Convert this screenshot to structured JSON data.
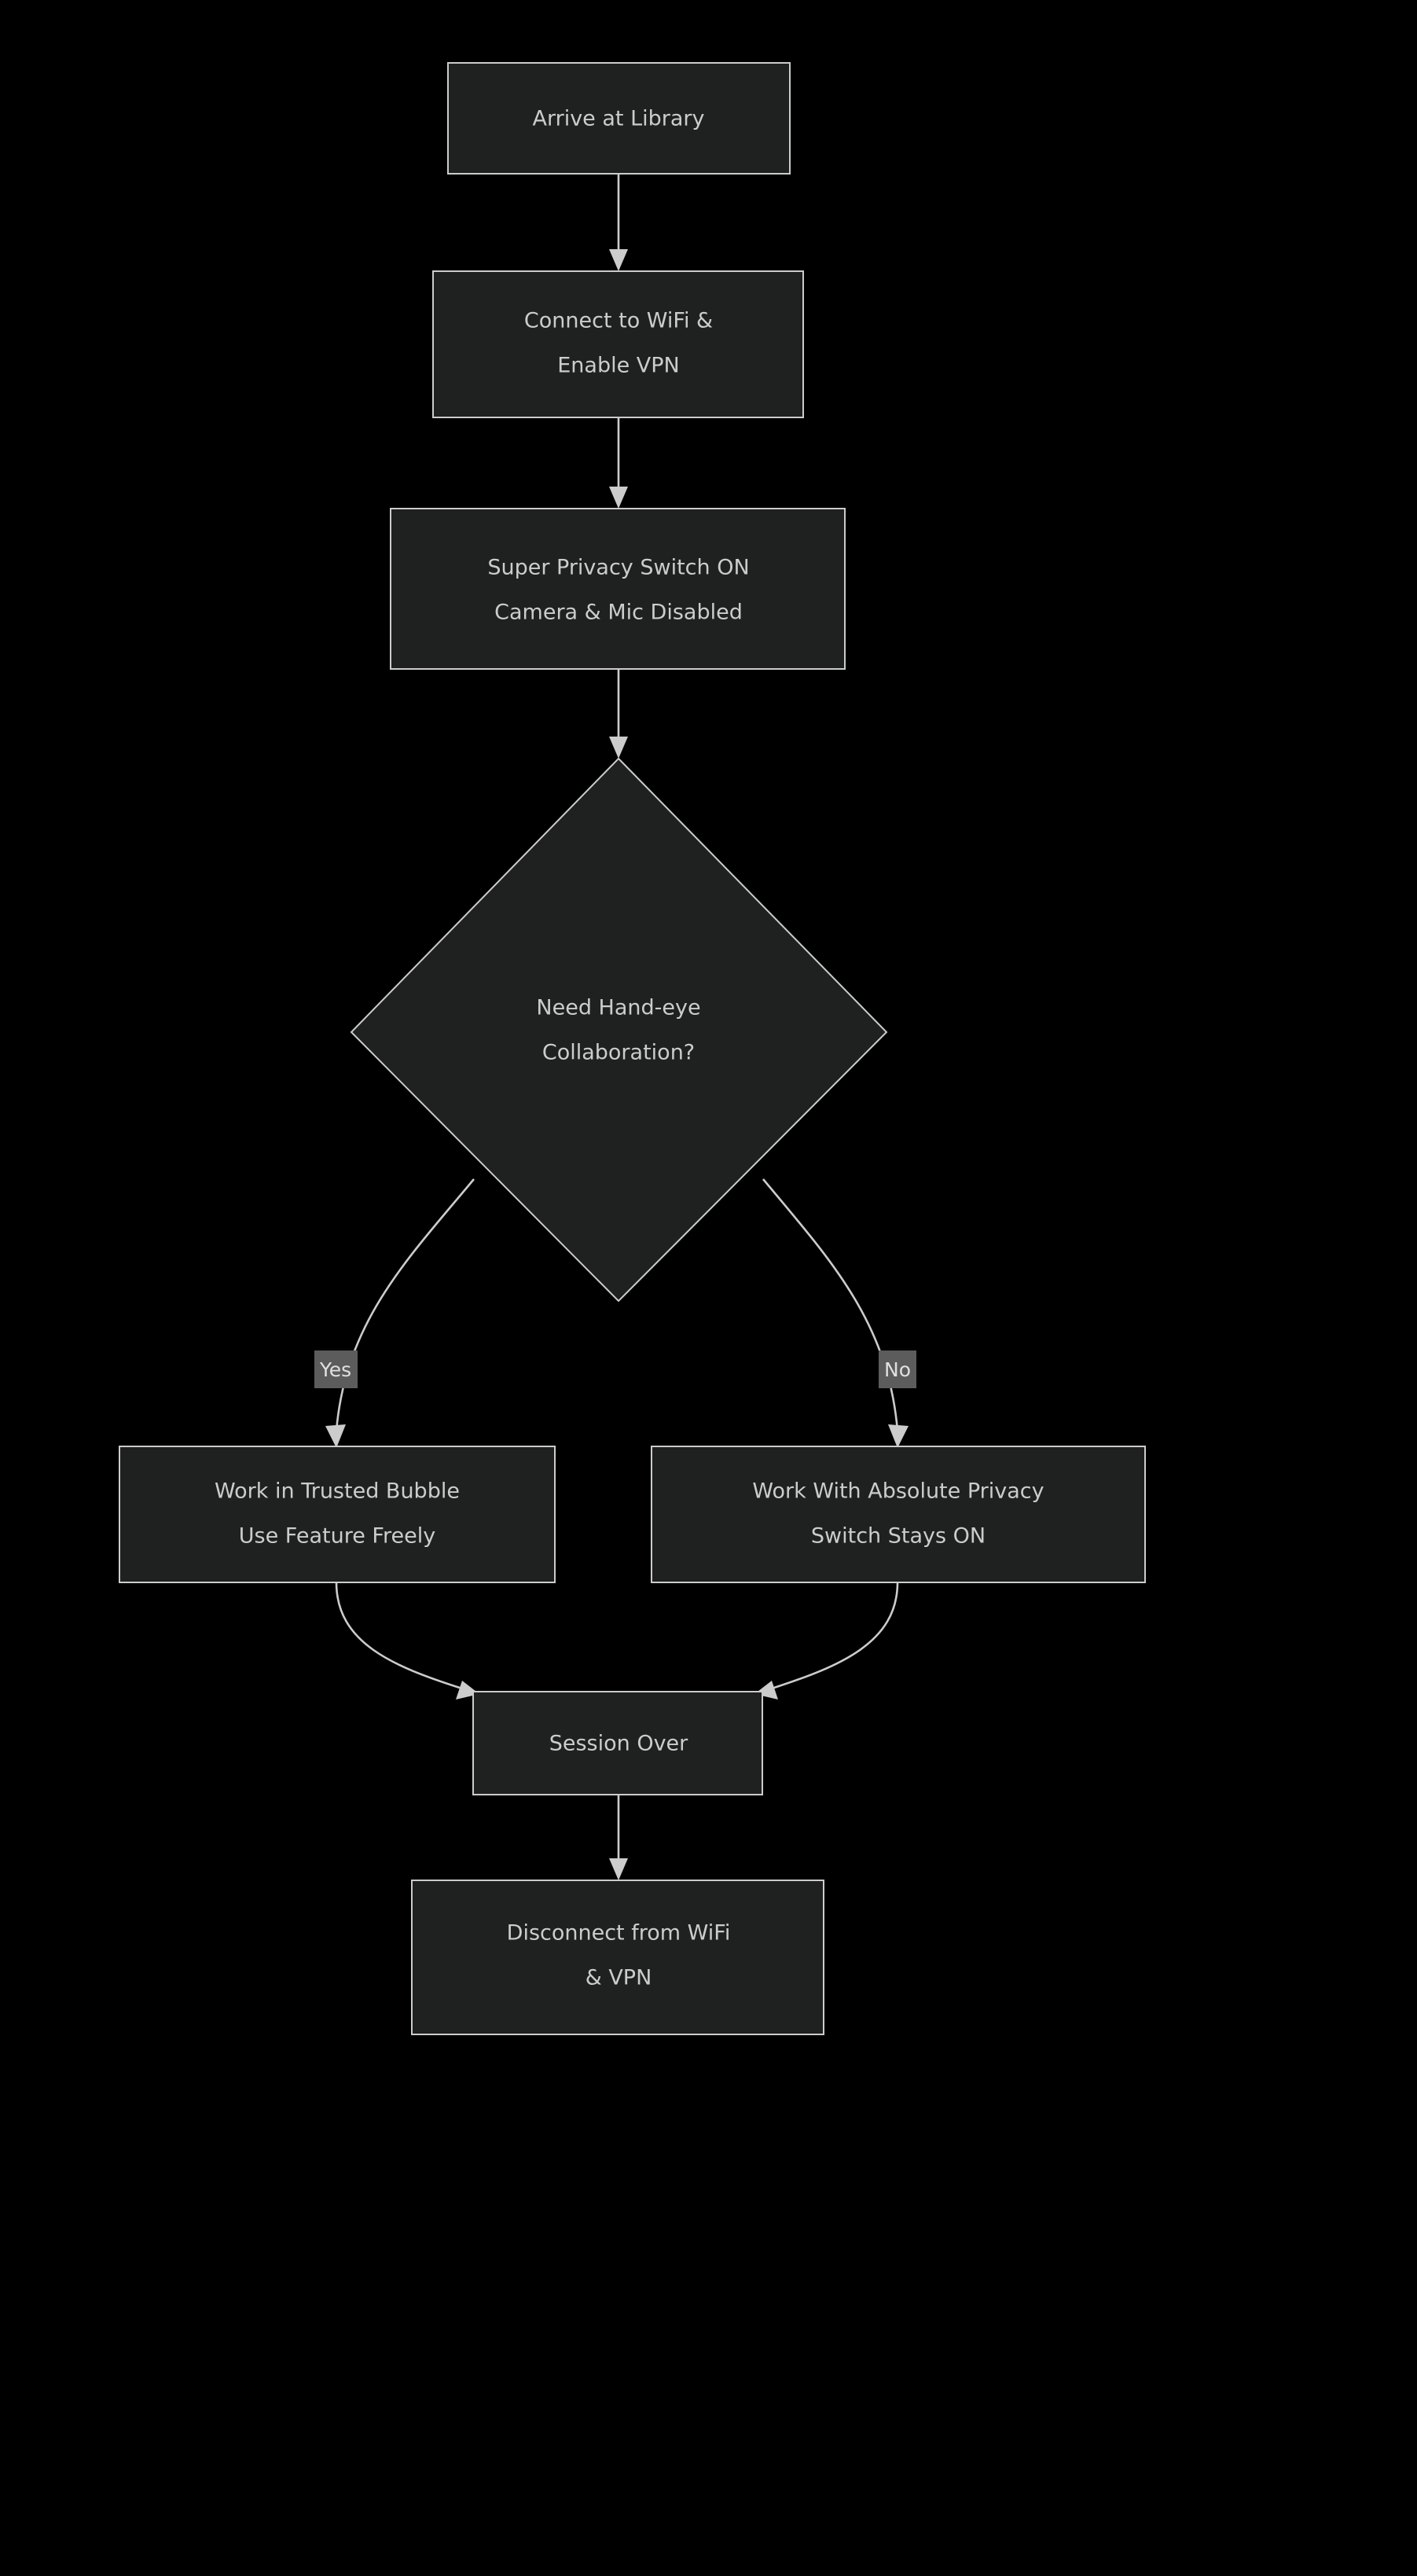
{
  "diagram": {
    "type": "flowchart",
    "orientation": "top-to-bottom",
    "background_color": "#000000",
    "node_fill_color": "#1f2120",
    "node_border_color": "#cccccc",
    "node_text_color": "#cccccc",
    "edge_color": "#cccccc",
    "edge_label_background_color": "#5c5c5c",
    "edge_label_text_color": "#e0e0e0",
    "nodes": [
      {
        "id": "arrive",
        "shape": "rectangle",
        "lines": [
          "Arrive at Library"
        ]
      },
      {
        "id": "connect",
        "shape": "rectangle",
        "lines": [
          "Connect to WiFi &",
          "Enable VPN"
        ]
      },
      {
        "id": "privacy",
        "shape": "rectangle",
        "lines": [
          "Super Privacy Switch ON",
          "Camera & Mic Disabled"
        ]
      },
      {
        "id": "decision",
        "shape": "diamond",
        "lines": [
          "Need Hand-eye",
          "Collaboration?"
        ]
      },
      {
        "id": "trusted",
        "shape": "rectangle",
        "lines": [
          "Work in Trusted Bubble",
          "Use Feature Freely"
        ]
      },
      {
        "id": "absolute",
        "shape": "rectangle",
        "lines": [
          "Work With Absolute Privacy",
          "Switch Stays ON"
        ]
      },
      {
        "id": "session",
        "shape": "rectangle",
        "lines": [
          "Session Over"
        ]
      },
      {
        "id": "disconnect",
        "shape": "rectangle",
        "lines": [
          "Disconnect from WiFi",
          "& VPN"
        ]
      }
    ],
    "edges": [
      {
        "from": "arrive",
        "to": "connect",
        "label": ""
      },
      {
        "from": "connect",
        "to": "privacy",
        "label": ""
      },
      {
        "from": "privacy",
        "to": "decision",
        "label": ""
      },
      {
        "from": "decision",
        "to": "trusted",
        "label": "Yes"
      },
      {
        "from": "decision",
        "to": "absolute",
        "label": "No"
      },
      {
        "from": "trusted",
        "to": "session",
        "label": ""
      },
      {
        "from": "absolute",
        "to": "session",
        "label": ""
      },
      {
        "from": "session",
        "to": "disconnect",
        "label": ""
      }
    ],
    "edge_labels": {
      "yes": "Yes",
      "no": "No"
    }
  }
}
